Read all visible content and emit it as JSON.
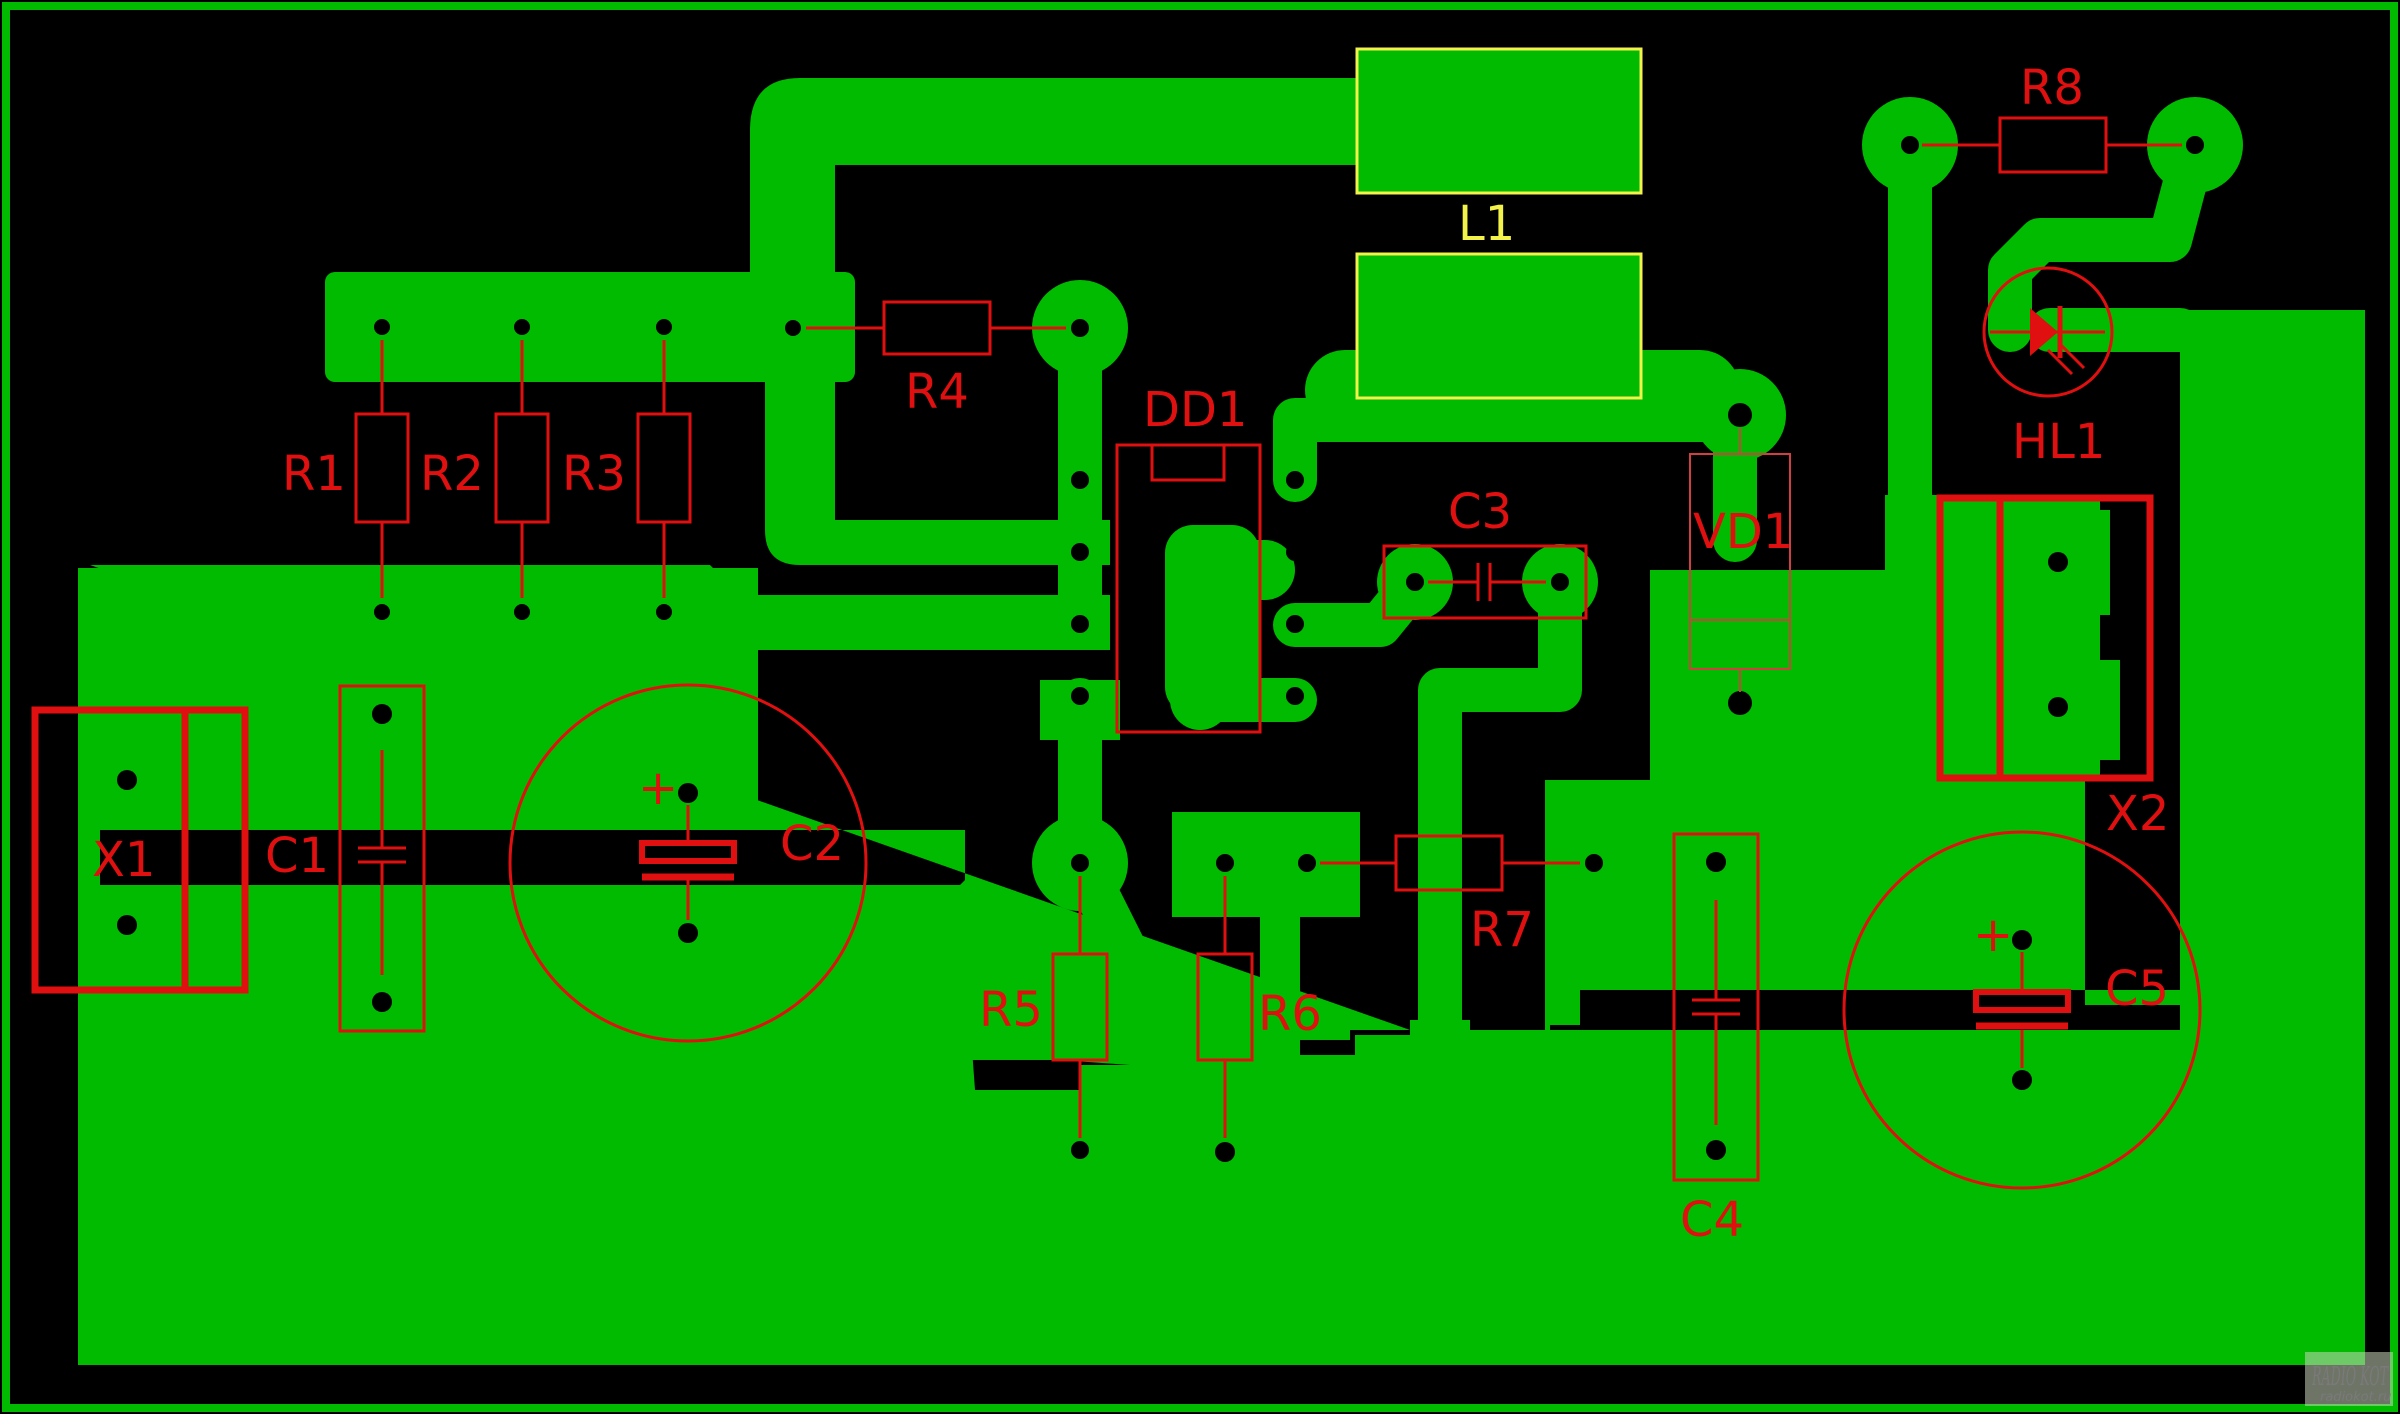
{
  "board": {
    "background": "#000000",
    "copper_color": "#00bb00",
    "silkscreen_color": "#e01010",
    "smd_outline_color": "#f2f24a"
  },
  "labels": {
    "r1": "R1",
    "r2": "R2",
    "r3": "R3",
    "r4": "R4",
    "r5": "R5",
    "r6": "R6",
    "r7": "R7",
    "r8": "R8",
    "c1": "C1",
    "c2": "C2",
    "c3": "C3",
    "c4": "C4",
    "c5": "C5",
    "dd1": "DD1",
    "vd1": "VD1",
    "l1": "L1",
    "hl1": "HL1",
    "x1": "X1",
    "x2": "X2"
  },
  "polarity": {
    "plus": "+"
  },
  "watermark": {
    "text": "RADIO KOT",
    "sub": "radiokot.ru"
  }
}
